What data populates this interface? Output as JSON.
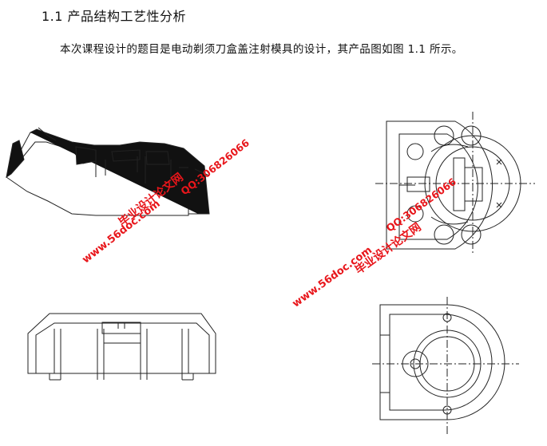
{
  "section": {
    "heading": "1.1 产品结构工艺性分析",
    "paragraph": "本次课程设计的题目是电动剃须刀盒盖注射模具的设计，其产品图如图 1.1 所示。"
  },
  "watermarks": {
    "site_left": "www.56doc.com",
    "name_left": "毕业设计论文网",
    "qq_left": "QQ:306826066",
    "site_right": "www.56doc.com",
    "name_right": "毕业设计论文网",
    "qq_right": "QQ:306826066",
    "color": "#e8161b"
  },
  "figure": {
    "views": [
      "section-view",
      "front-view",
      "top-view",
      "bottom-view"
    ]
  }
}
